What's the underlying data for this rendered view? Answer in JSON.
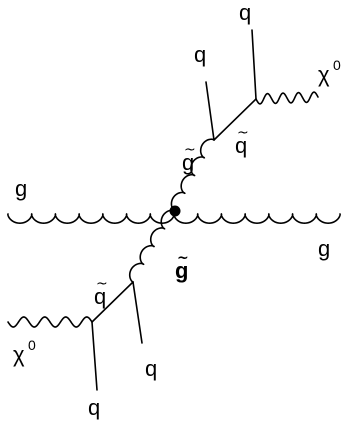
{
  "diagram": {
    "labels": {
      "gluon_left": "g",
      "gluon_right": "g",
      "gluino_upper": "g",
      "gluino_lower": "g",
      "squark_upper": "q",
      "squark_lower": "q",
      "quark_top_left": "q",
      "quark_top_right": "q",
      "quark_bottom_mid": "q",
      "quark_bottom": "q",
      "chi_upper": "χ",
      "chi_upper_sup": "0",
      "chi_lower": "χ",
      "chi_lower_sup": "0",
      "tilde": "~"
    }
  }
}
